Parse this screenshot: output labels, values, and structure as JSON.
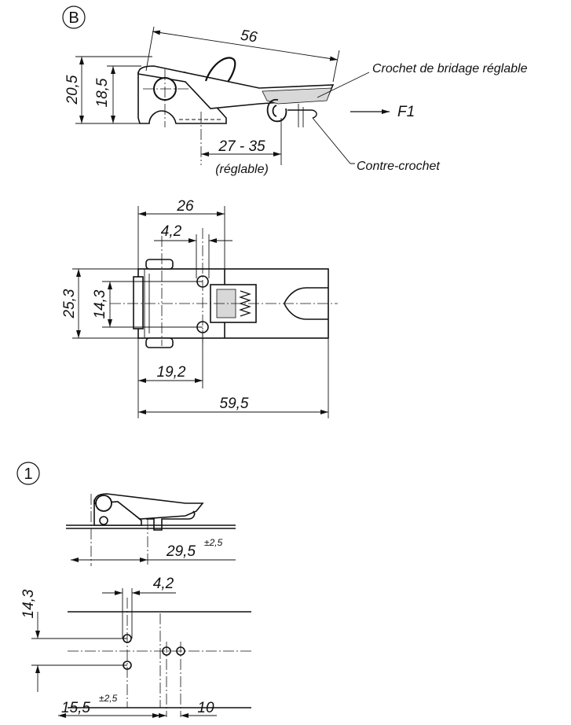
{
  "markers": {
    "variant_b": "B",
    "variant_1": "1"
  },
  "labels": {
    "adjustable_hook": "Crochet de bridage réglable",
    "counter_hook": "Contre-crochet",
    "force": "F1",
    "adjustable_note": "(réglable)"
  },
  "dimensions_b_side": {
    "length": "56",
    "height_total": "20,5",
    "height_pivot": "18,5",
    "adjust_range": "27 - 35"
  },
  "dimensions_b_top": {
    "base_width": "26",
    "hole_offset": "4,2",
    "width_total": "25,3",
    "hole_spacing": "14,3",
    "hole_to_edge": "19,2",
    "length_total": "59,5"
  },
  "dimensions_1_side": {
    "offset": "29,5",
    "offset_tol": "±2,5"
  },
  "dimensions_1_top": {
    "hole_spacing": "14,3",
    "hole_offset": "4,2",
    "offset": "15,5",
    "offset_tol": "±2,5",
    "counter_spacing": "10"
  }
}
